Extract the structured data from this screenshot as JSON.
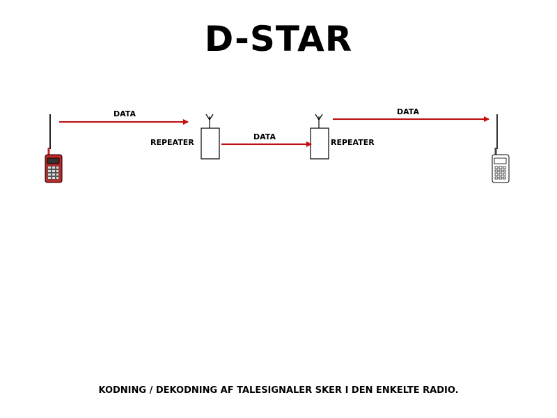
{
  "title": "D-STAR",
  "links": [
    {
      "label": "DATA"
    },
    {
      "label": "DATA"
    },
    {
      "label": "DATA"
    }
  ],
  "repeaters": [
    {
      "label": "REPEATER"
    },
    {
      "label": "REPEATER"
    }
  ],
  "caption": "KODNING / DEKODNING AF TALESIGNALER SKER I DEN ENKELTE RADIO.",
  "colors": {
    "arrow": "#e00000",
    "radio_left": "#cc2222",
    "radio_right": "#ffffff",
    "outline": "#000000"
  },
  "icons": [
    "handheld-radio-icon",
    "repeater-antenna-icon"
  ]
}
